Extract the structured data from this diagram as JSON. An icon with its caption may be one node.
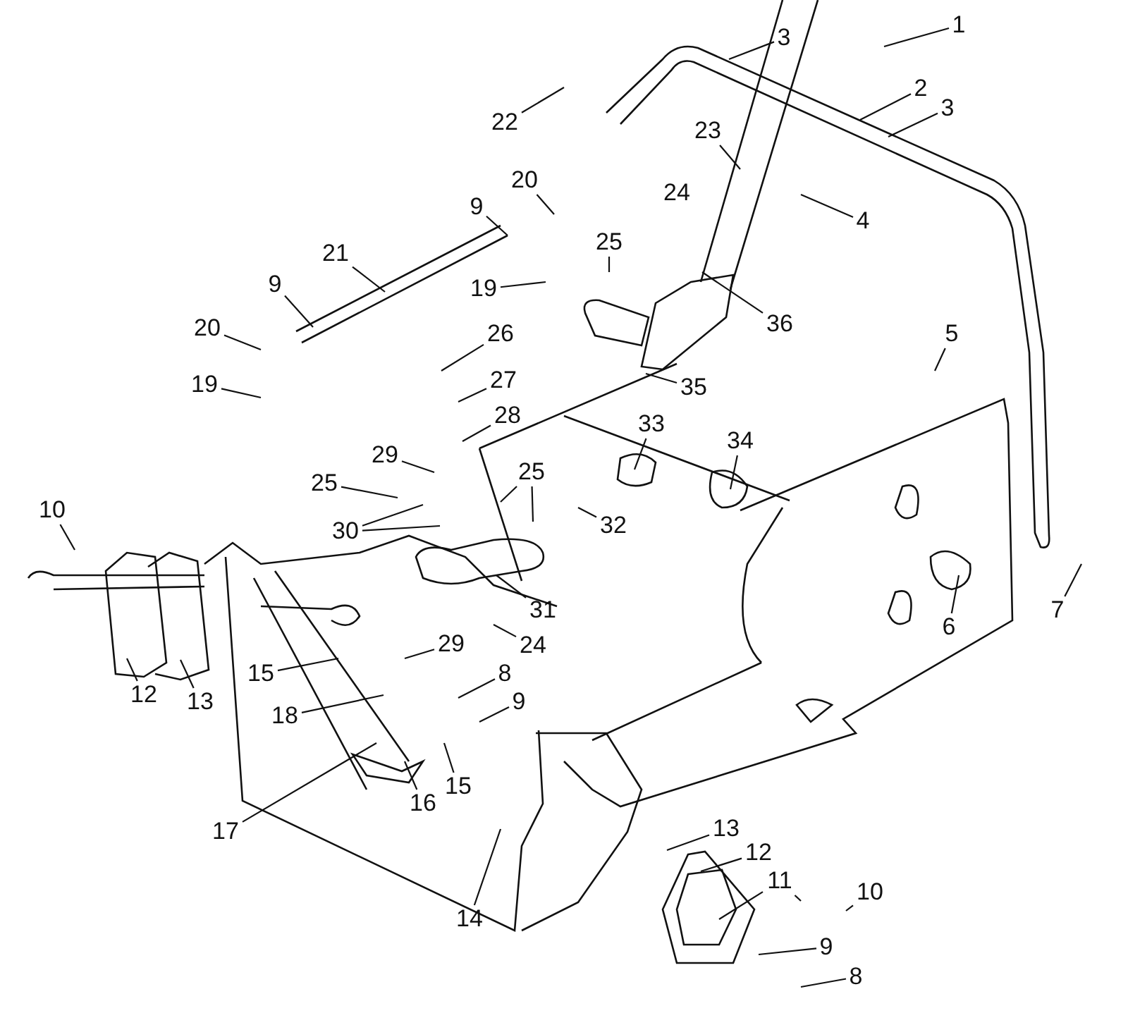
{
  "diagram": {
    "nodes": [
      {
        "text": [
          "1"
        ]
      },
      {
        "text": [
          "3"
        ]
      },
      {
        "text": [
          "2"
        ]
      },
      {
        "text": [
          "3"
        ]
      },
      {
        "text": [
          "22"
        ]
      },
      {
        "text": [
          "23"
        ]
      },
      {
        "text": [
          "20"
        ]
      },
      {
        "text": [
          "9"
        ]
      },
      {
        "text": [
          "4"
        ]
      },
      {
        "text": [
          "25"
        ]
      },
      {
        "text": [
          "21"
        ]
      },
      {
        "text": [
          "9"
        ]
      },
      {
        "text": [
          "19"
        ]
      },
      {
        "text": [
          "36"
        ]
      },
      {
        "text": [
          "20"
        ]
      },
      {
        "text": [
          "26"
        ]
      },
      {
        "text": [
          "5"
        ]
      },
      {
        "text": [
          "27"
        ]
      },
      {
        "text": [
          "19"
        ]
      },
      {
        "text": [
          "35"
        ]
      },
      {
        "text": [
          "28"
        ]
      },
      {
        "text": [
          "33"
        ]
      },
      {
        "text": [
          "34"
        ]
      },
      {
        "text": [
          "29"
        ]
      },
      {
        "text": [
          "25"
        ]
      },
      {
        "text": [
          "25"
        ]
      },
      {
        "text": [
          "10"
        ]
      },
      {
        "text": [
          "30"
        ]
      },
      {
        "text": [
          "32"
        ]
      },
      {
        "text": [
          "31"
        ]
      },
      {
        "text": [
          "6"
        ]
      },
      {
        "text": [
          "7"
        ]
      },
      {
        "text": [
          "24"
        ]
      },
      {
        "text": [
          "29"
        ]
      },
      {
        "text": [
          "15"
        ]
      },
      {
        "text": [
          "8"
        ]
      },
      {
        "text": [
          "12"
        ]
      },
      {
        "text": [
          "13"
        ]
      },
      {
        "text": [
          "9"
        ]
      },
      {
        "text": [
          "18"
        ]
      },
      {
        "text": [
          "15"
        ]
      },
      {
        "text": [
          "16"
        ]
      },
      {
        "text": [
          "17"
        ]
      },
      {
        "text": [
          "13"
        ]
      },
      {
        "text": [
          "12"
        ]
      },
      {
        "text": [
          "11"
        ]
      },
      {
        "text": [
          "10"
        ]
      },
      {
        "text": [
          "14"
        ]
      },
      {
        "text": [
          "9"
        ]
      },
      {
        "text": [
          "8"
        ]
      }
    ],
    "edges": [
      {
        "from": 0,
        "to": null,
        "arrow": "none"
      },
      {
        "from": 1,
        "to": null,
        "arrow": "none"
      },
      {
        "from": 2,
        "to": null,
        "arrow": "none"
      },
      {
        "from": 3,
        "to": null,
        "arrow": "none"
      },
      {
        "from": 4,
        "to": null,
        "arrow": "none"
      },
      {
        "from": 5,
        "to": null,
        "arrow": "none"
      },
      {
        "from": 6,
        "to": null,
        "arrow": "none"
      },
      {
        "from": 7,
        "to": null,
        "arrow": "none"
      },
      {
        "from": 8,
        "to": null,
        "arrow": "none"
      },
      {
        "from": 9,
        "to": null,
        "arrow": "none"
      },
      {
        "from": 10,
        "to": null,
        "arrow": "none"
      },
      {
        "from": 11,
        "to": null,
        "arrow": "none"
      },
      {
        "from": 12,
        "to": null,
        "arrow": "none"
      },
      {
        "from": 13,
        "to": null,
        "arrow": "none"
      },
      {
        "from": 14,
        "to": null,
        "arrow": "none"
      },
      {
        "from": 15,
        "to": null,
        "arrow": "none"
      },
      {
        "from": 16,
        "to": null,
        "arrow": "none"
      },
      {
        "from": 17,
        "to": null,
        "arrow": "none"
      },
      {
        "from": 18,
        "to": null,
        "arrow": "none"
      },
      {
        "from": 19,
        "to": null,
        "arrow": "none"
      },
      {
        "from": 20,
        "to": null,
        "arrow": "none"
      },
      {
        "from": 21,
        "to": null,
        "arrow": "none"
      },
      {
        "from": 22,
        "to": null,
        "arrow": "none"
      },
      {
        "from": 23,
        "to": null,
        "arrow": "none"
      },
      {
        "from": 24,
        "to": null,
        "arrow": "none"
      },
      {
        "from": 24,
        "to": null,
        "arrow": "none"
      },
      {
        "from": 25,
        "to": null,
        "arrow": "none"
      },
      {
        "from": 26,
        "to": null,
        "arrow": "none"
      },
      {
        "from": 27,
        "to": null,
        "arrow": "none"
      },
      {
        "from": 27,
        "to": null,
        "arrow": "none"
      },
      {
        "from": 28,
        "to": null,
        "arrow": "none"
      },
      {
        "from": 29,
        "to": null,
        "arrow": "none"
      },
      {
        "from": 30,
        "to": null,
        "arrow": "none"
      },
      {
        "from": 31,
        "to": null,
        "arrow": "none"
      },
      {
        "from": 32,
        "to": null,
        "arrow": "none"
      },
      {
        "from": 33,
        "to": null,
        "arrow": "none"
      },
      {
        "from": 34,
        "to": null,
        "arrow": "none"
      },
      {
        "from": 35,
        "to": null,
        "arrow": "none"
      },
      {
        "from": 36,
        "to": null,
        "arrow": "none"
      },
      {
        "from": 37,
        "to": null,
        "arrow": "none"
      },
      {
        "from": 38,
        "to": null,
        "arrow": "none"
      },
      {
        "from": 39,
        "to": null,
        "arrow": "none"
      },
      {
        "from": 40,
        "to": null,
        "arrow": "none"
      },
      {
        "from": 41,
        "to": null,
        "arrow": "none"
      },
      {
        "from": 42,
        "to": null,
        "arrow": "none"
      },
      {
        "from": 43,
        "to": null,
        "arrow": "none"
      },
      {
        "from": 44,
        "to": null,
        "arrow": "none"
      },
      {
        "from": 45,
        "to": null,
        "arrow": "none"
      },
      {
        "from": 45,
        "to": null,
        "arrow": "none"
      },
      {
        "from": 46,
        "to": null,
        "arrow": "none"
      },
      {
        "from": 47,
        "to": null,
        "arrow": "none"
      },
      {
        "from": 48,
        "to": null,
        "arrow": "none"
      },
      {
        "from": 49,
        "to": null,
        "arrow": "none"
      }
    ],
    "labels": [
      "24"
    ]
  }
}
